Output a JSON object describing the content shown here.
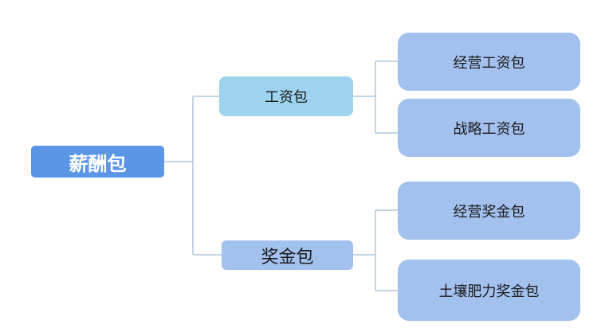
{
  "colors": {
    "root_fill": "#5b95e6",
    "mid1_fill": "#9dd3ee",
    "mid2_fill": "#a3c1ee",
    "leaf_fill": "#a3c1ee",
    "connector": "#8aaac8"
  },
  "root": {
    "label": "薪酬包"
  },
  "branches": [
    {
      "label": "工资包",
      "children": [
        {
          "label": "经营工资包"
        },
        {
          "label": "战略工资包"
        }
      ]
    },
    {
      "label": "奖金包",
      "children": [
        {
          "label": "经营奖金包"
        },
        {
          "label": "土壤肥力奖金包"
        }
      ]
    }
  ]
}
